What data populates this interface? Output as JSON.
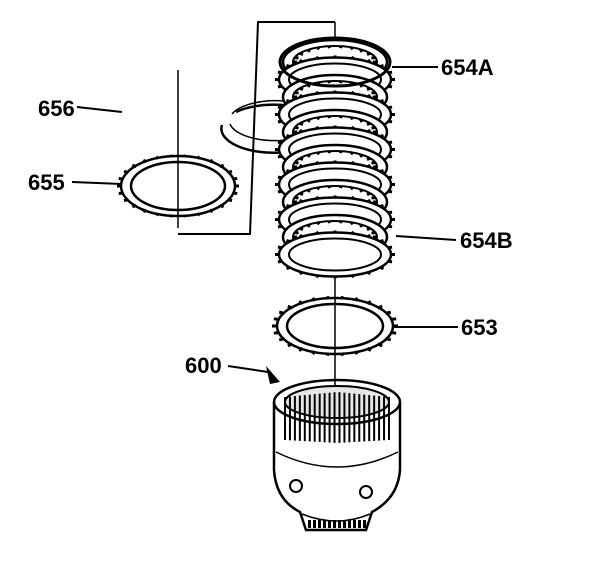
{
  "diagram": {
    "labels": {
      "l656": "656",
      "l655": "655",
      "l654a": "654A",
      "l654b": "654B",
      "l653": "653",
      "l600": "600"
    }
  }
}
